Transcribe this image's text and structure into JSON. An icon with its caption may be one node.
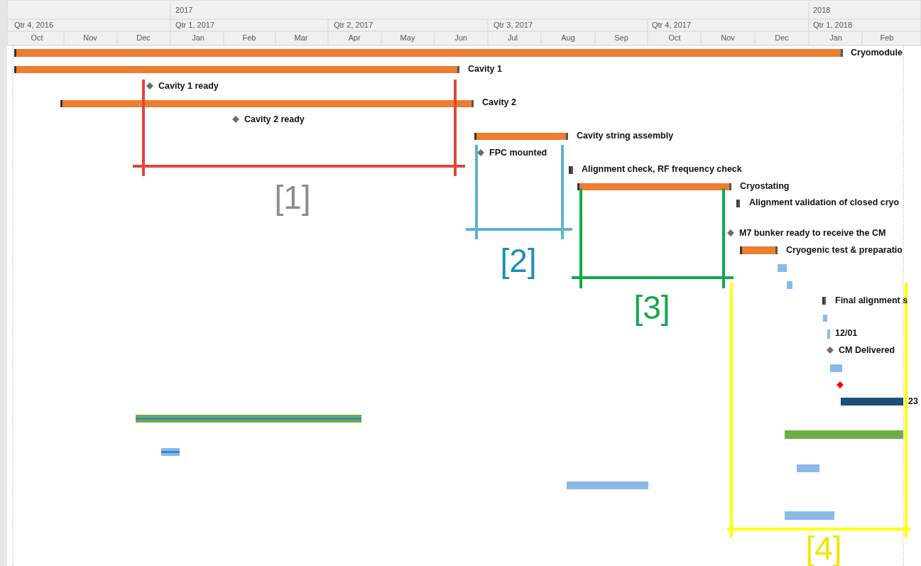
{
  "diagram": {
    "labels": [
      "2017",
      "2018",
      "Qtr 4, 2016",
      "Qtr 1, 2017",
      "Qtr 2, 2017",
      "Qtr 3, 2017",
      "Qtr 4, 2017",
      "Qtr 1, 2018",
      "Oct",
      "Nov",
      "Dec",
      "Jan",
      "Feb",
      "Mar",
      "Apr",
      "May",
      "Jun",
      "Jul",
      "Aug",
      "Sep",
      "Oct",
      "Nov",
      "Dec",
      "Jan",
      "Feb",
      "Cryomodule",
      "Cavity 1",
      "Cavity 1 ready",
      "Cavity 2",
      "Cavity 2 ready",
      "Cavity string assembly",
      "FPC mounted",
      "Alignment check, RF frequency check",
      "Cryostating",
      "Alignment validation of closed cryo",
      "M7 bunker ready to receive the CM",
      "Cryogenic test & preparatio",
      "Final alignment s",
      "12/01",
      "CM Delivered",
      "23",
      "[1]",
      "[2]",
      "[3]",
      "[4]"
    ]
  }
}
